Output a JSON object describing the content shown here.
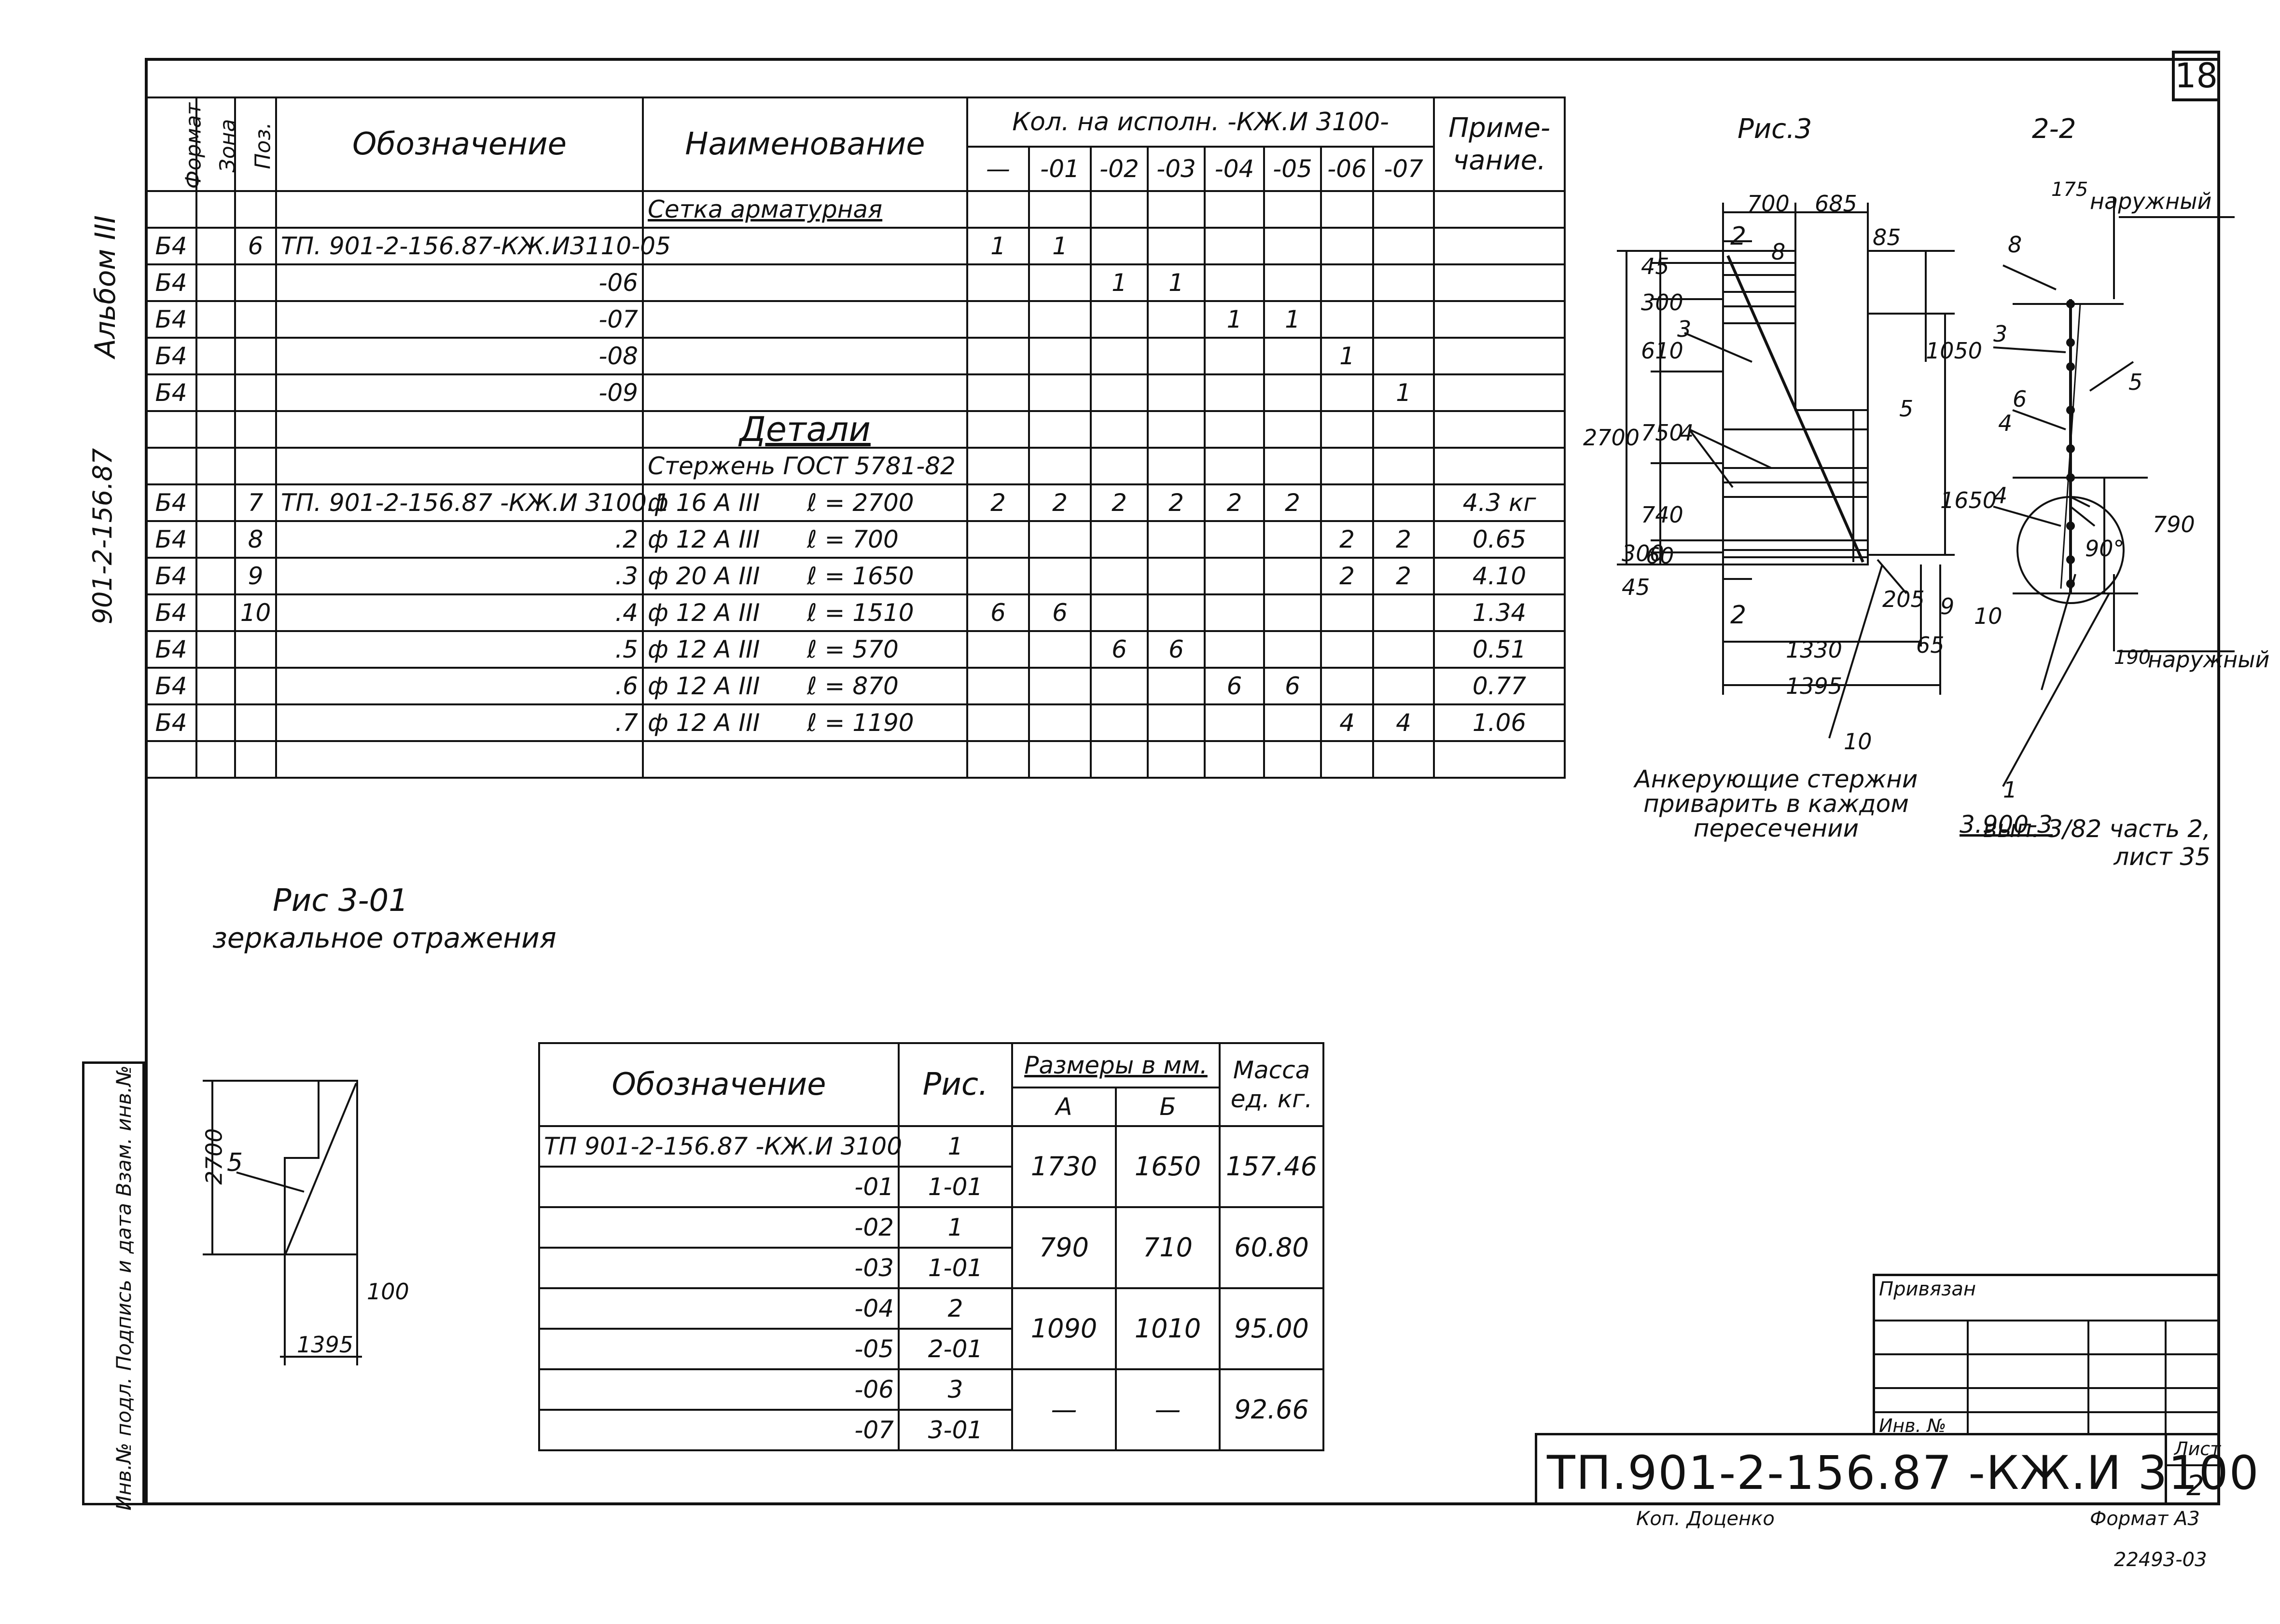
{
  "sheet_corner_number": "18",
  "side": {
    "album": "Альбом III",
    "code": "901-2-156.87",
    "stamp": "Инв.№ подл. Подпись и дата Взам. инв.№"
  },
  "spec": {
    "headers": {
      "format": "Формат",
      "zone": "Зона",
      "pos": "Поз.",
      "designation": "Обозначение",
      "name": "Наименование",
      "qty": "Кол. на исполн. -КЖ.И 3100-",
      "note": "Приме-чание."
    },
    "variants": [
      "—",
      "-01",
      "-02",
      "-03",
      "-04",
      "-05",
      "-06",
      "-07"
    ],
    "section_mesh": "Сетка арматурная",
    "section_details": "Детали",
    "rod_gost": "Стержень ГОСТ 5781-82",
    "rows_mesh": [
      {
        "fmt": "Б4",
        "pos": "6",
        "des": "ТП. 901-2-156.87-КЖ.И3110-05",
        "q": [
          "1",
          "1",
          "",
          "",
          "",
          "",
          "",
          ""
        ],
        "note": ""
      },
      {
        "fmt": "Б4",
        "pos": "",
        "des": "-06",
        "q": [
          "",
          "",
          "1",
          "1",
          "",
          "",
          "",
          ""
        ],
        "note": ""
      },
      {
        "fmt": "Б4",
        "pos": "",
        "des": "-07",
        "q": [
          "",
          "",
          "",
          "",
          "1",
          "1",
          "",
          ""
        ],
        "note": ""
      },
      {
        "fmt": "Б4",
        "pos": "",
        "des": "-08",
        "q": [
          "",
          "",
          "",
          "",
          "",
          "",
          "1",
          ""
        ],
        "note": ""
      },
      {
        "fmt": "Б4",
        "pos": "",
        "des": "-09",
        "q": [
          "",
          "",
          "",
          "",
          "",
          "",
          "",
          "1"
        ],
        "note": ""
      }
    ],
    "rows_details": [
      {
        "fmt": "Б4",
        "pos": "7",
        "des": "ТП. 901-2-156.87 -КЖ.И 3100.1",
        "bar": "ф 16 А III",
        "len": "ℓ = 2700",
        "q": [
          "2",
          "2",
          "2",
          "2",
          "2",
          "2",
          "",
          ""
        ],
        "note": "4.3 кг"
      },
      {
        "fmt": "Б4",
        "pos": "8",
        "des": ".2",
        "bar": "ф 12 А III",
        "len": "ℓ = 700",
        "q": [
          "",
          "",
          "",
          "",
          "",
          "",
          "2",
          "2"
        ],
        "note": "0.65"
      },
      {
        "fmt": "Б4",
        "pos": "9",
        "des": ".3",
        "bar": "ф 20 А III",
        "len": "ℓ = 1650",
        "q": [
          "",
          "",
          "",
          "",
          "",
          "",
          "2",
          "2"
        ],
        "note": "4.10"
      },
      {
        "fmt": "Б4",
        "pos": "10",
        "des": ".4",
        "bar": "ф 12 А III",
        "len": "ℓ = 1510",
        "q": [
          "6",
          "6",
          "",
          "",
          "",
          "",
          "",
          ""
        ],
        "note": "1.34"
      },
      {
        "fmt": "Б4",
        "pos": "",
        "des": ".5",
        "bar": "ф 12 А III",
        "len": "ℓ = 570",
        "q": [
          "",
          "",
          "6",
          "6",
          "",
          "",
          "",
          ""
        ],
        "note": "0.51"
      },
      {
        "fmt": "Б4",
        "pos": "",
        "des": ".6",
        "bar": "ф 12 А III",
        "len": "ℓ = 870",
        "q": [
          "",
          "",
          "",
          "",
          "6",
          "6",
          "",
          ""
        ],
        "note": "0.77"
      },
      {
        "fmt": "Б4",
        "pos": "",
        "des": ".7",
        "bar": "ф 12 А III",
        "len": "ℓ = 1190",
        "q": [
          "",
          "",
          "",
          "",
          "",
          "",
          "4",
          "4"
        ],
        "note": "1.06"
      }
    ]
  },
  "fig3": {
    "title": "Рис.3",
    "section_title": "2-2",
    "outer_label": "наружный",
    "dims_top": [
      "700",
      "685",
      "85"
    ],
    "dims_left": [
      "45",
      "300",
      "610",
      "750",
      "740",
      "300",
      "45",
      "60",
      "2700"
    ],
    "dims_right": [
      "1050",
      "1650",
      "790"
    ],
    "dims_bottom": [
      "205",
      "1330",
      "65",
      "1395"
    ],
    "dim_175": "175",
    "dim_190": "190",
    "angle": "90°",
    "section_mark": "2",
    "pos_labels": [
      "8",
      "3",
      "5",
      "4",
      "6",
      "9",
      "10",
      "1"
    ],
    "anchor_note": "Анкерующие стержни приварить в каждом пересечении",
    "ref_num": "3.900-3",
    "ref_text": "вып. 3/82 часть 2, лист 35"
  },
  "fig301": {
    "title": "Рис 3-01",
    "subtitle": "зеркальное отражения",
    "dim_h": "2700",
    "dim_w": "1395",
    "dim_small": "100",
    "pos": "5"
  },
  "size_table": {
    "headers": {
      "designation": "Обозначение",
      "fig": "Рис.",
      "sizes": "Размеры в мм.",
      "a": "А",
      "b": "Б",
      "mass": "Масса ед. кг."
    },
    "rows": [
      {
        "des": "ТП 901-2-156.87 -КЖ.И 3100",
        "fig": "1"
      },
      {
        "des": "-01",
        "fig": "1-01"
      },
      {
        "des": "-02",
        "fig": "1"
      },
      {
        "des": "-03",
        "fig": "1-01"
      },
      {
        "des": "-04",
        "fig": "2"
      },
      {
        "des": "-05",
        "fig": "2-01"
      },
      {
        "des": "-06",
        "fig": "3"
      },
      {
        "des": "-07",
        "fig": "3-01"
      }
    ],
    "groups": [
      {
        "a": "1730",
        "b": "1650",
        "mass": "157.46"
      },
      {
        "a": "790",
        "b": "710",
        "mass": "60.80"
      },
      {
        "a": "1090",
        "b": "1010",
        "mass": "95.00"
      },
      {
        "a": "—",
        "b": "—",
        "mass": "92.66"
      }
    ]
  },
  "title_block": {
    "attached": "Привязан",
    "inv": "Инв. №",
    "designation": "ТП.901-2-156.87 -КЖ.И 3100",
    "sheet_label": "Лист",
    "sheet": "2",
    "copied": "Коп. Доценко",
    "format": "Формат А3",
    "order": "22493-03"
  }
}
